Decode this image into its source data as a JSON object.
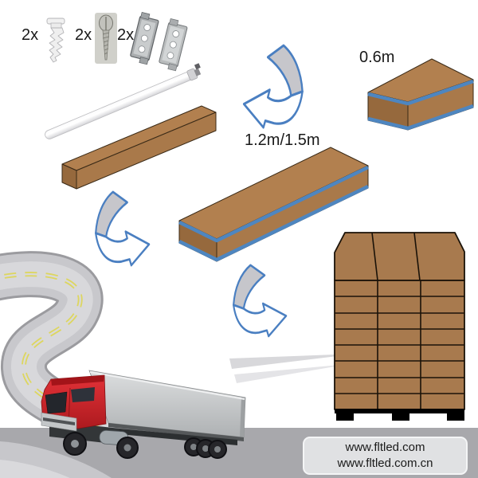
{
  "title": "LED batten light packaging and shipping illustration",
  "hardware": {
    "items": [
      {
        "qty": "2x",
        "name": "wall-anchor"
      },
      {
        "qty": "2x",
        "name": "mounting-screw"
      },
      {
        "qty": "2x",
        "name": "mounting-clip-pair"
      }
    ]
  },
  "product": {
    "name": "led-batten-light"
  },
  "boxes": {
    "small_label": "0.6m",
    "large_label": "1.2m/1.5m"
  },
  "pallet": {
    "columns": 3,
    "rows": 8
  },
  "website": {
    "line1": "www.fltled.com",
    "line2": "www.fltled.com.cn"
  },
  "colors": {
    "cardboard_top": "#b2804f",
    "cardboard_side": "#a9794a",
    "cardboard_end": "#96693d",
    "cardboard_outline": "#3a2a17",
    "tape_blue": "#4e86c0",
    "arrow_blue": "#4a7fc1",
    "arrow_gray": "#c6c6cb",
    "truck_red": "#d32b2f",
    "trailer_gray": "#c7cacc",
    "road_gray": "#c8c8cc",
    "road_line_yellow": "#ddd65f",
    "ground_gray": "#a8a8ac",
    "pallet_brown": "#a87a4e",
    "pallet_line": "#1a1208",
    "metal_gray": "#b9bcbd",
    "panel_bg": "#e0e1e3",
    "text_dark": "#1a1a1a"
  }
}
